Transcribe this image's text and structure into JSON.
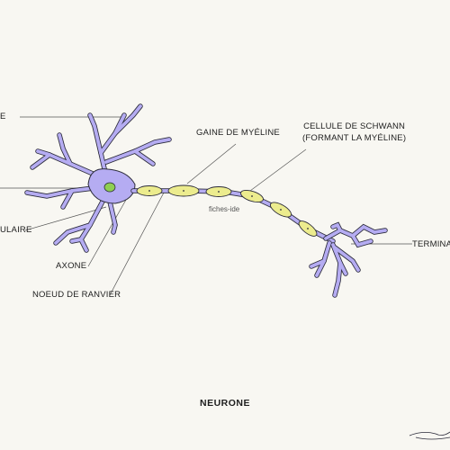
{
  "diagram": {
    "title": "NEURONE",
    "watermark": "fiches-ide",
    "labels": {
      "dendrites_partial": "E",
      "corps_cellulaire_partial": "ULAIRE",
      "axone": "AXONE",
      "noeud_ranvier": "NOEUD DE RANVIER",
      "gaine_myeline": "GAINE DE MYÉLINE",
      "schwann_line1": "CELLULE DE SCHWANN",
      "schwann_line2": "(FORMANT LA MYÉLINE)",
      "terminaison_partial": "TERMINAIS"
    },
    "colors": {
      "cell": "#b5acf2",
      "cell_stroke": "#2b2b3a",
      "myelin": "#ecec8e",
      "nucleus": "#8fcf52",
      "background": "#f8f7f2"
    }
  }
}
